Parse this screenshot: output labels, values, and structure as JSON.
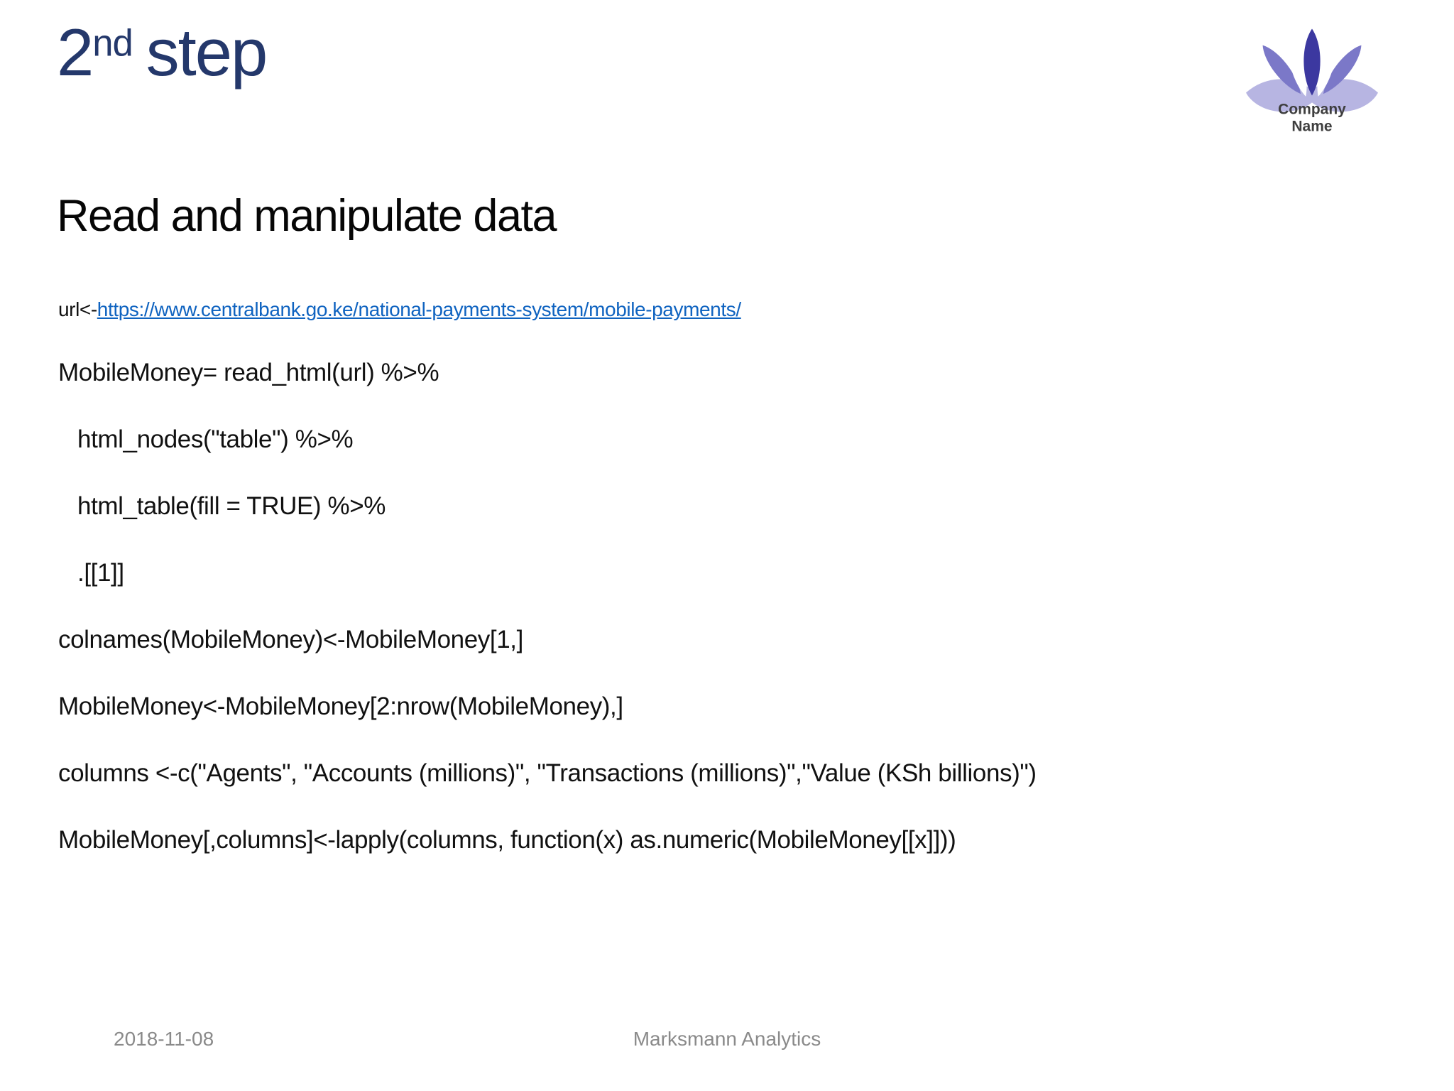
{
  "slide": {
    "title": {
      "number": "2",
      "ordinal": "nd",
      "rest": "step"
    },
    "heading": "Read and manipulate data",
    "code": {
      "url_prefix": "url<-",
      "url_link": "https://www.centralbank.go.ke/national-payments-system/mobile-payments/",
      "lines": [
        {
          "text": "MobileMoney= read_html(url) %>%"
        },
        {
          "text": "html_nodes(\"table\") %>%"
        },
        {
          "text": "html_table(fill = TRUE) %>%"
        },
        {
          "text": ".[[1]]"
        },
        {
          "text": "colnames(MobileMoney)<-MobileMoney[1,]"
        },
        {
          "text": "MobileMoney<-MobileMoney[2:nrow(MobileMoney),]"
        },
        {
          "text": "columns <-c(\"Agents\", \"Accounts (millions)\", \"Transactions (millions)\",\"Value (KSh billions)\")"
        },
        {
          "text": "MobileMoney[,columns]<-lapply(columns, function(x) as.numeric(MobileMoney[[x]]))"
        }
      ]
    },
    "logo": {
      "line1": "Company",
      "line2": "Name"
    },
    "footer": {
      "date": "2018-11-08",
      "company": "Marksmann Analytics"
    },
    "colors": {
      "title_navy": "#24386b",
      "link_blue": "#0f63c0",
      "footer_gray": "#8a8a8a",
      "logo_dark_petal": "#3c38a0",
      "logo_mid_petal": "#7b78c8",
      "logo_light_leaf": "#b7b5e2",
      "logo_text": "#3e3e3e"
    }
  }
}
